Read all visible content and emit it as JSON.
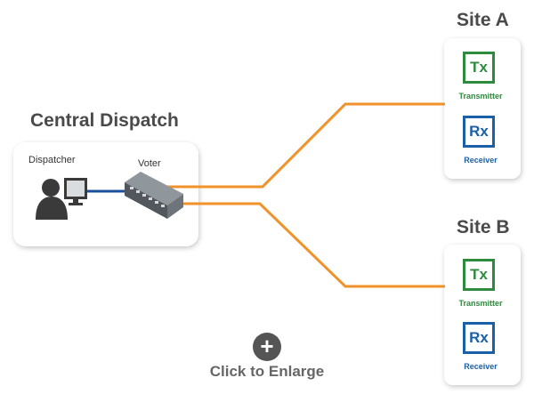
{
  "central": {
    "title": "Central Dispatch",
    "dispatcher_label": "Dispatcher",
    "voter_label": "Voter"
  },
  "sites": [
    {
      "title": "Site A",
      "tx": {
        "code": "Tx",
        "caption": "Transmitter"
      },
      "rx": {
        "code": "Rx",
        "caption": "Receiver"
      }
    },
    {
      "title": "Site B",
      "tx": {
        "code": "Tx",
        "caption": "Transmitter"
      },
      "rx": {
        "code": "Rx",
        "caption": "Receiver"
      }
    }
  ],
  "enlarge": {
    "icon": "plus-circle-icon",
    "label": "Click to Enlarge"
  },
  "colors": {
    "link_orange": "#f0922a",
    "local_link_blue": "#1b4f9c",
    "tx_green": "#2e8b3d",
    "rx_blue": "#1b5fa6",
    "title_gray": "#4a4a4a"
  }
}
